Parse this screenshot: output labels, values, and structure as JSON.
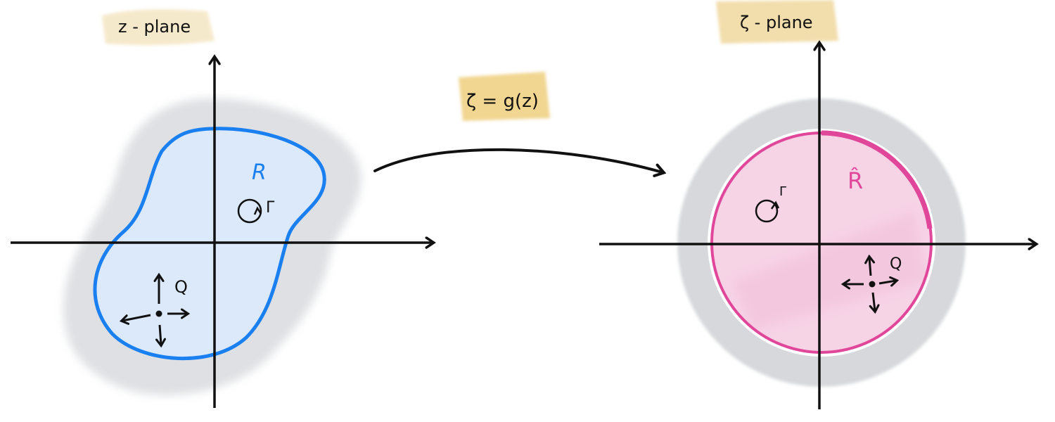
{
  "left_panel": {
    "title": "z - plane",
    "region_label": "R",
    "curve_label": "Γ",
    "point_label": "Q"
  },
  "mapping": {
    "label": "ζ = g(z)"
  },
  "right_panel": {
    "title": "ζ - plane",
    "region_label": "R̂",
    "curve_label": "Γ",
    "point_label": "Q"
  },
  "colors": {
    "highlight": "#f0d99a",
    "left_region_fill": "#dbe9fb",
    "left_boundary": "#1a7ff0",
    "right_region_fill": "#f7d3e6",
    "right_boundary": "#e0479a",
    "halo": "#cfd2d6",
    "ink": "#111111"
  }
}
